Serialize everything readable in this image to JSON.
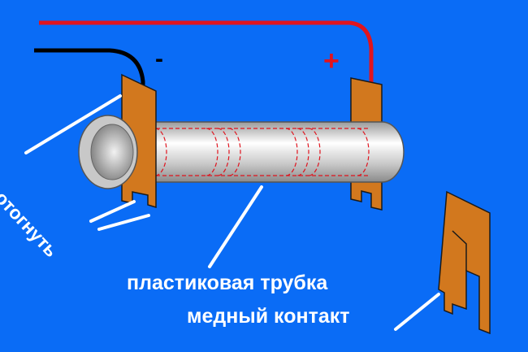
{
  "labels": {
    "minus": "-",
    "plus": "+",
    "bend": "отогнуть",
    "tube": "пластиковая трубка",
    "contact": "медный контакт"
  },
  "colors": {
    "background": "#0a6cf6",
    "copper": "#d2781e",
    "wire_positive": "#e0141e",
    "wire_negative": "#000000",
    "tube": "#d8d8d8",
    "coil_dash": "#e0141e",
    "pointer": "#ffffff"
  }
}
